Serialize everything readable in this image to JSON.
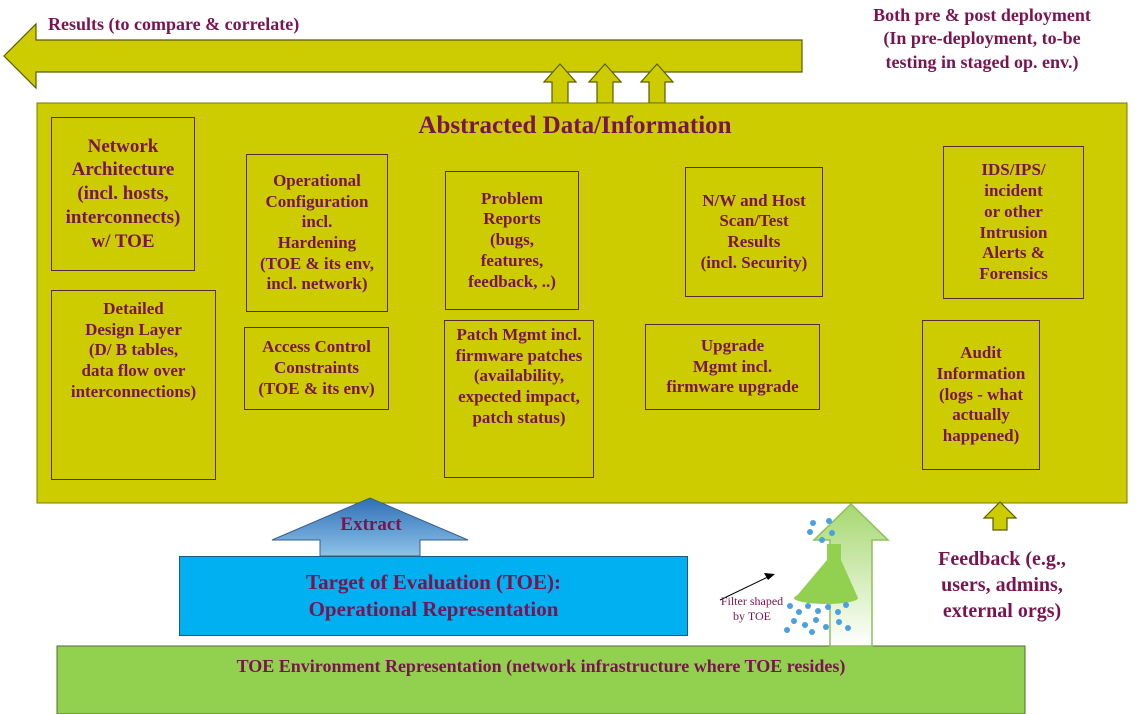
{
  "results_label": "Results (to compare & correlate)",
  "deployment_note": "Both pre & post deployment\n(In pre-deployment, to-be\ntesting in staged op. env.)",
  "main_title": "Abstracted Data/Information",
  "boxes": {
    "network_architecture": "Network\nArchitecture\n(incl. hosts,\ninterconnects)\nw/ TOE",
    "detailed_design": "Detailed\nDesign Layer\n(D/ B tables,\ndata flow over\ninterconnections)",
    "operational_config": "Operational\nConfiguration\nincl.\nHardening\n(TOE & its env,\nincl. network)",
    "access_control": "Access Control\nConstraints\n(TOE & its env)",
    "problem_reports": "Problem\nReports\n(bugs,\nfeatures,\nfeedback, ..)",
    "patch_mgmt": "Patch Mgmt incl.\nfirmware patches\n(availability,\nexpected impact,\npatch status)",
    "scan_results": "N/W and Host\nScan/Test\nResults\n(incl. Security)",
    "upgrade_mgmt": "Upgrade\nMgmt incl.\nfirmware upgrade",
    "ids_ips": "IDS/IPS/\nincident\nor other\nIntrusion\nAlerts &\nForensics",
    "audit_info": "Audit\nInformation\n(logs - what\nactually\nhappened)"
  },
  "extract_label": "Extract",
  "toe_label": "Target of Evaluation (TOE):\nOperational Representation",
  "filter_label": "Filter shaped\nby TOE",
  "feedback_label": "Feedback (e.g.,\nusers, admins,\nexternal orgs)",
  "environment_label": "TOE Environment Representation (network infrastructure where TOE resides)",
  "colors": {
    "main_panel": "#cccc00",
    "text": "#7a1450",
    "toe_box": "#00b0f0",
    "environment": "#92d050",
    "extract_arrow": "#5b9bd5"
  }
}
